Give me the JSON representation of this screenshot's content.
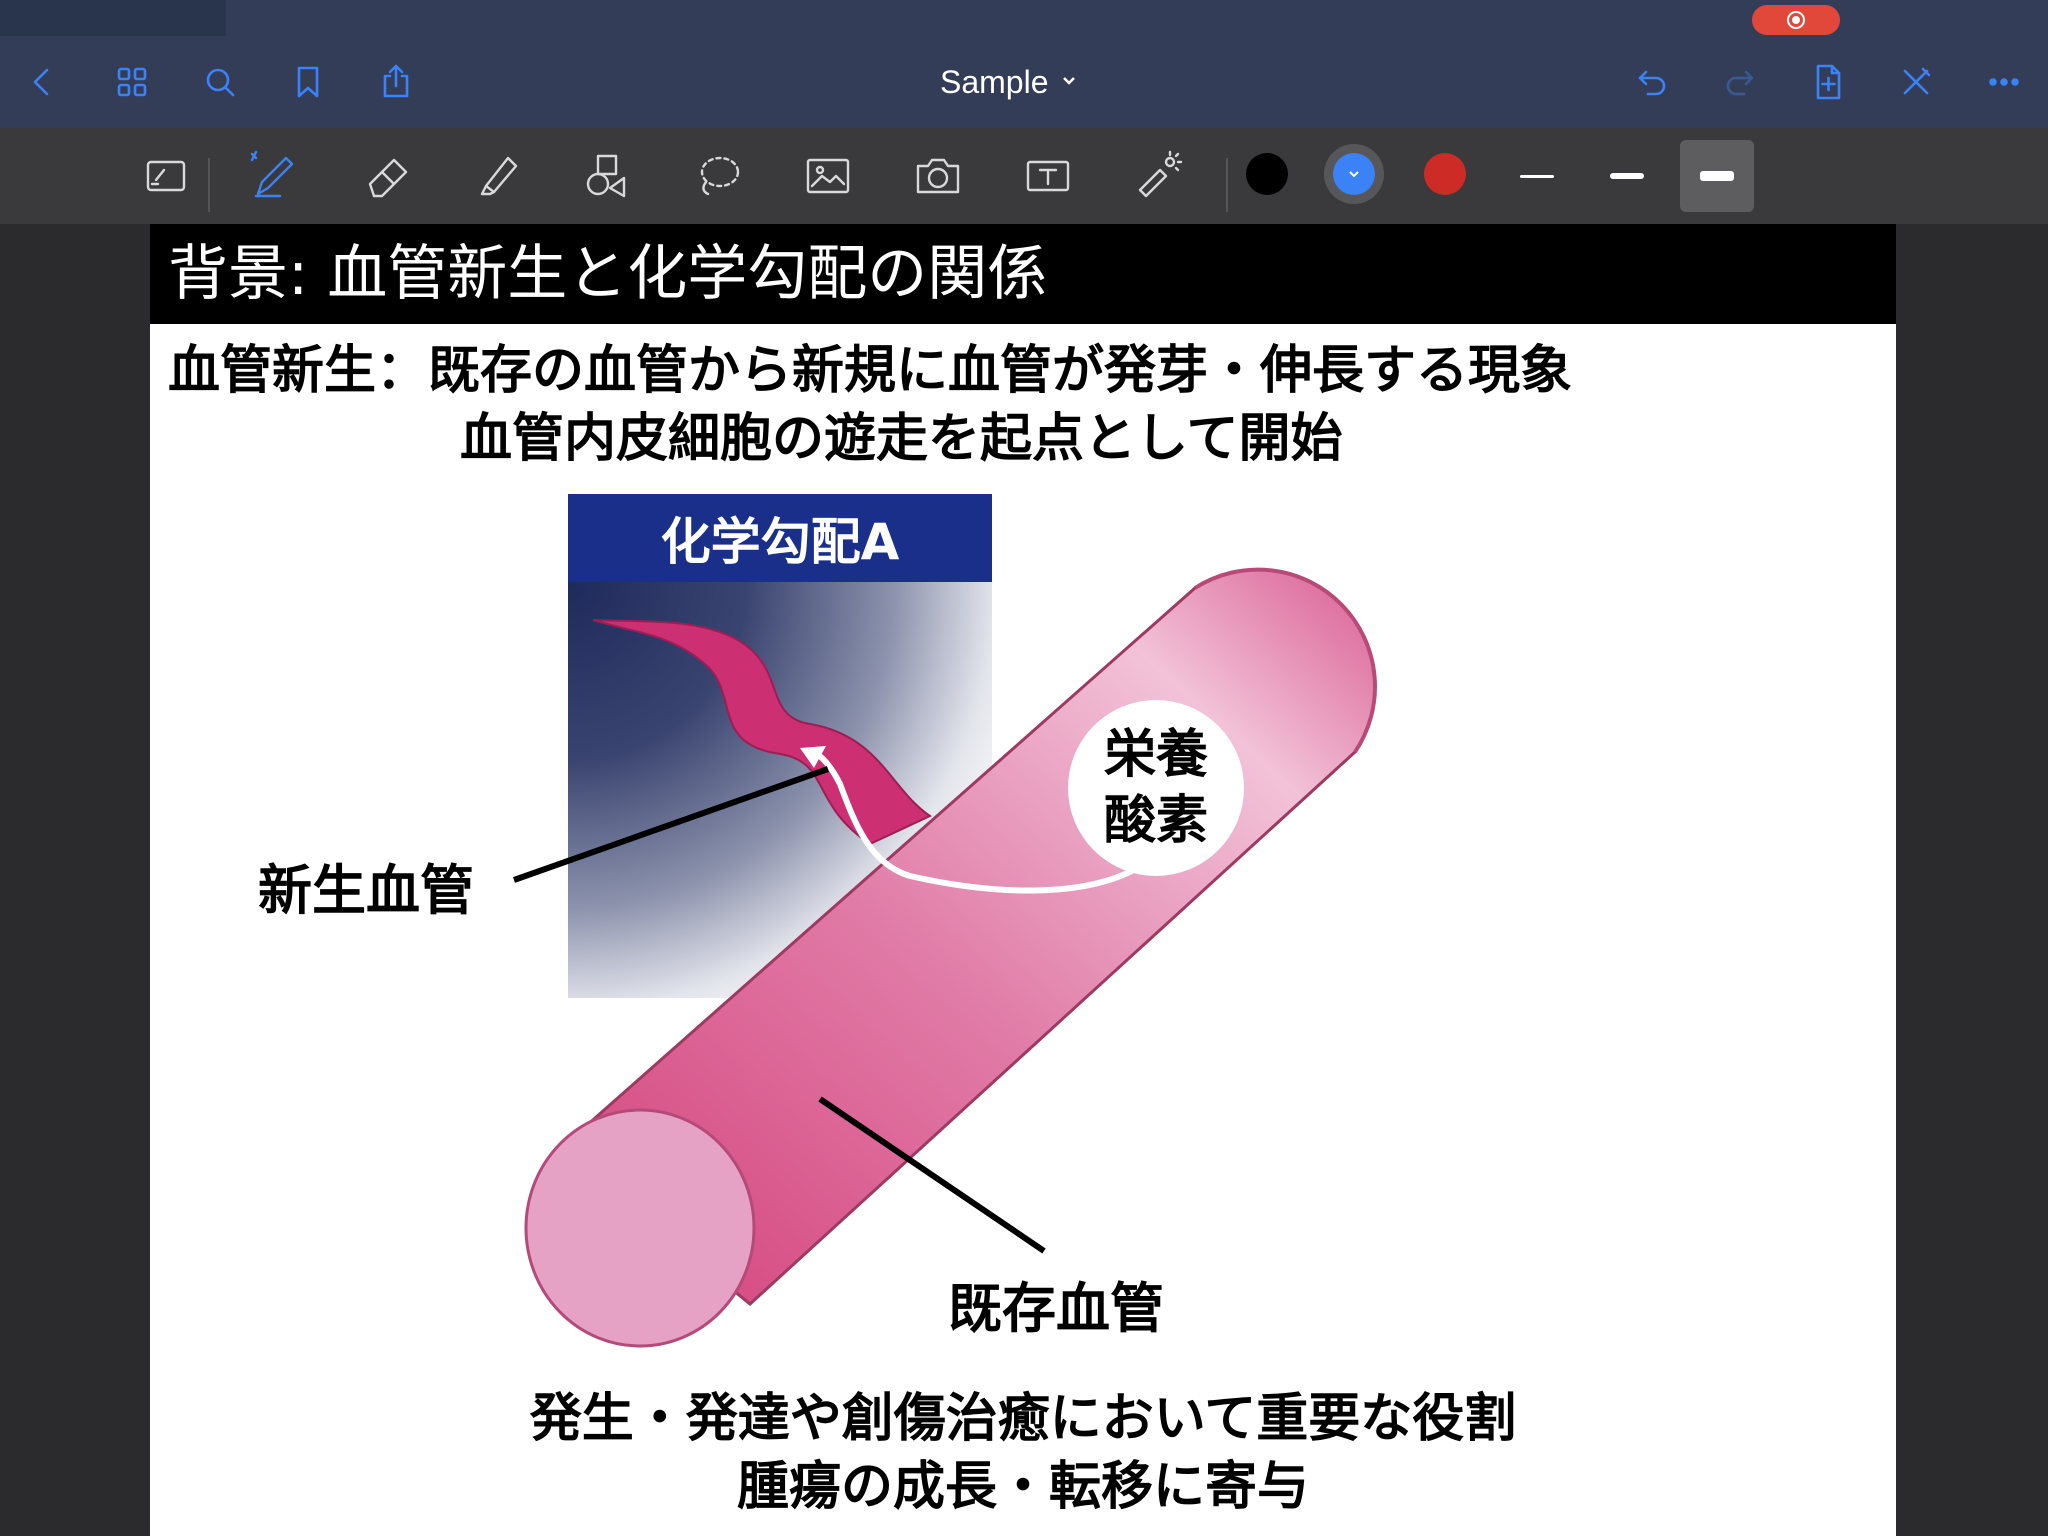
{
  "app": {
    "document_title": "Sample",
    "colors": {
      "nav_background": "#343d57",
      "toolbar_background": "#3a3a3c",
      "accent": "#3b82f6",
      "record_indicator": "#e2483a"
    }
  },
  "nav_bar": {
    "left_icons": [
      "back-chevron-icon",
      "thumbnails-grid-icon",
      "search-icon",
      "bookmark-icon",
      "share-icon"
    ],
    "right_icons": [
      "undo-icon",
      "redo-icon",
      "add-page-icon",
      "close-pen-icon",
      "more-icon"
    ]
  },
  "tool_bar": {
    "tools": [
      "read-only-mode-icon",
      "pen-icon",
      "eraser-icon",
      "highlighter-icon",
      "shapes-icon",
      "lasso-icon",
      "image-icon",
      "camera-icon",
      "text-icon",
      "laser-pointer-icon"
    ],
    "active_tool": "pen-icon",
    "colors": [
      "#000000",
      "#3b82f6",
      "#cc2b26"
    ],
    "selected_color": "#3b82f6",
    "stroke_widths": [
      "thin",
      "medium",
      "thick"
    ],
    "selected_stroke": "thick"
  },
  "slide": {
    "title": "背景: 血管新生と化学勾配の関係",
    "definition_line1": "血管新生：既存の血管から新規に血管が発芽・伸長する現象",
    "definition_line2": "血管内皮細胞の遊走を起点として開始",
    "gradient_label": "化学勾配A",
    "nutrient_line1": "栄養",
    "nutrient_line2": "酸素",
    "new_vessel_label": "新生血管",
    "existing_vessel_label": "既存血管",
    "footer_line1": "発生・発達や創傷治癒において重要な役割",
    "footer_line2": "腫瘍の成長・転移に寄与",
    "colors": {
      "gradient_label_bg": "#1a2f8a",
      "vessel_pink": "#d6487e",
      "vessel_light": "#e8a3c2"
    }
  }
}
